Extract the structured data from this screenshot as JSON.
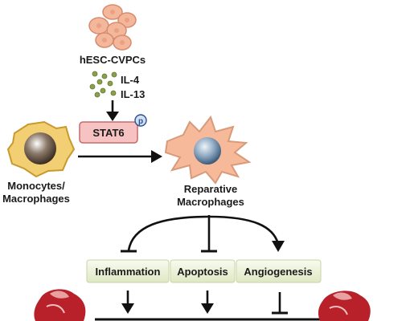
{
  "labels": {
    "cvpc": "hESC-CVPCs",
    "il4": "IL-4",
    "il13": "IL-13",
    "stat6": "STAT6",
    "phospho": "p",
    "monocytes_line1": "Monocytes/",
    "monocytes_line2": "Macrophages",
    "reparative_line1": "Reparative",
    "reparative_line2": "Macrophages",
    "inflammation": "Inflammation",
    "apoptosis": "Apoptosis",
    "angiogenesis": "Angiogenesis"
  },
  "colors": {
    "cell_fill": "#f3b89c",
    "cell_stroke": "#d98a6c",
    "nucleus": "#ee9f80",
    "il_dot": "#8aa14a",
    "stat6_fill": "#f6c2c2",
    "stat6_stroke": "#c66a6a",
    "phospho_fill": "#cfe0f5",
    "phospho_stroke": "#2f4f8f",
    "outcome_box": "#eef3dc",
    "heart_red": "#b8202a"
  },
  "icons": [
    "cell-cluster-icon",
    "monocyte-icon",
    "macrophage-icon",
    "heart-icon"
  ]
}
